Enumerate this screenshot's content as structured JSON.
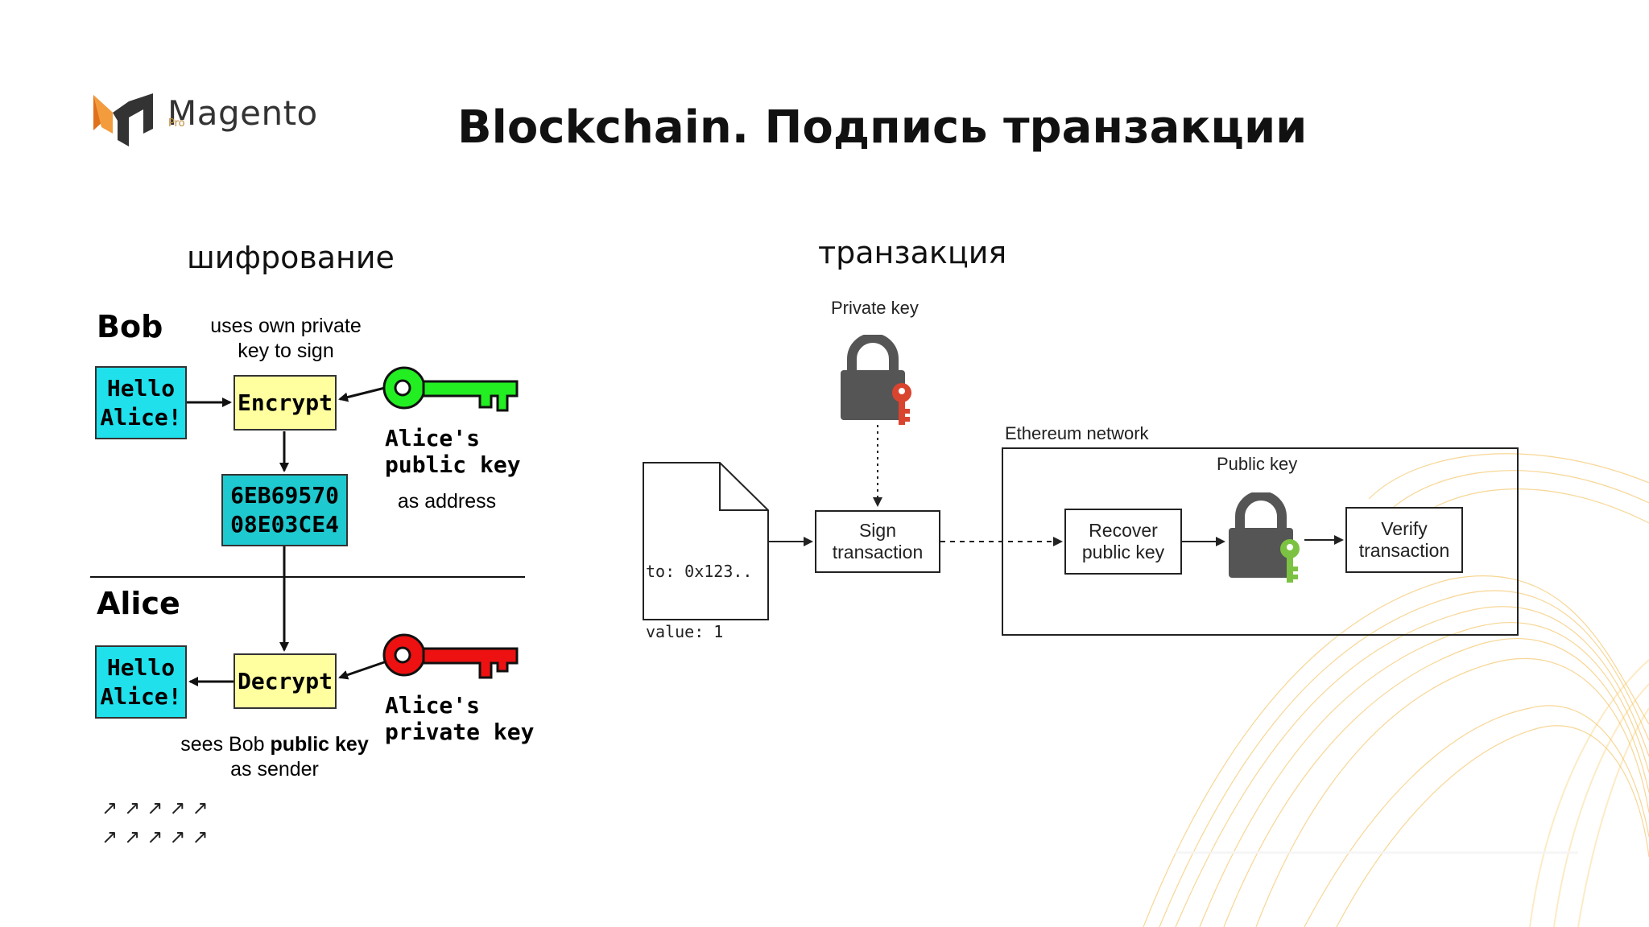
{
  "brand": {
    "name": "Magento",
    "sub": "Pro"
  },
  "title": "Blockchain. Подпись транзакции",
  "left": {
    "heading": "шифрование",
    "bob": "Bob",
    "alice": "Alice",
    "sign_note": [
      "uses own private",
      "key to sign"
    ],
    "hello_top": [
      "Hello",
      "Alice!"
    ],
    "encrypt": "Encrypt",
    "cipher": [
      "6EB69570",
      "08E03CE4"
    ],
    "public_key_label": [
      "Alice's",
      "public key"
    ],
    "as_address": "as address",
    "hello_bottom": [
      "Hello",
      "Alice!"
    ],
    "decrypt": "Decrypt",
    "private_key_label": [
      "Alice's",
      "private key"
    ],
    "sender_note": {
      "pre": "sees Bob ",
      "bold": "public key",
      "line2": "as sender"
    },
    "arrow_rows": [
      "↗↗↗↗↗",
      "↗↗↗↗↗"
    ]
  },
  "right": {
    "heading": "транзакция",
    "private_key": "Private key",
    "doc_lines": [
      "to: 0x123..",
      "value: 1"
    ],
    "sign": [
      "Sign",
      "transaction"
    ],
    "network": "Ethereum network",
    "public_key": "Public key",
    "recover": [
      "Recover",
      "public key"
    ],
    "verify": [
      "Verify",
      "transaction"
    ]
  },
  "colors": {
    "cyan": "#1fe0eb",
    "yellow": "#ffffa0",
    "green_key": "#22ee22",
    "red_key": "#ee1111",
    "lock": "#555555",
    "lock_key_red": "#d9442f",
    "lock_key_green": "#7cc242",
    "wave": "#f2b640"
  }
}
